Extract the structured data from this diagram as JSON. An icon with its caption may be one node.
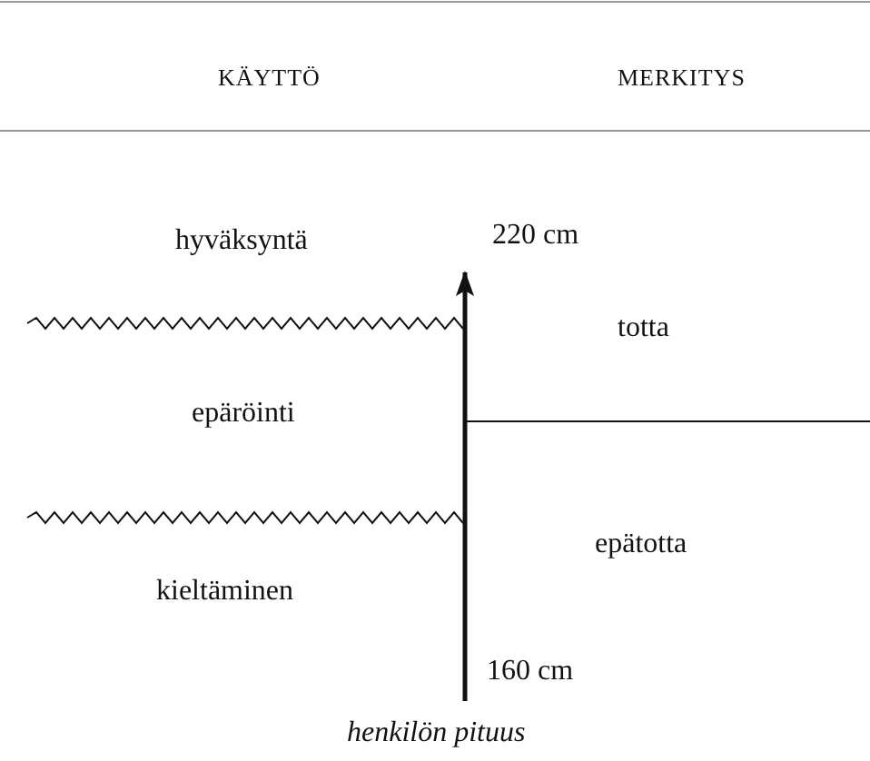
{
  "diagram": {
    "caption": "henkilön pituus",
    "labels": [
      "KÄYTTÖ",
      "MERKITYS",
      "hyväksyntä",
      "220 cm",
      "totta",
      "epäröinti",
      "epätotta",
      "kieltäminen",
      "160 cm"
    ]
  }
}
